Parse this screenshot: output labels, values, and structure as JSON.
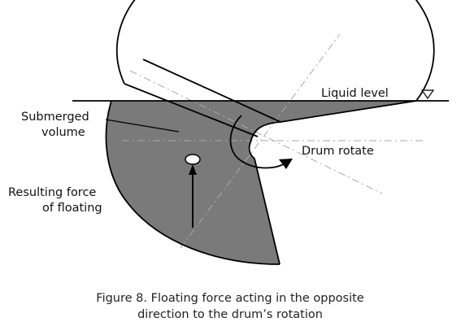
{
  "labels": {
    "liquid_level": "Liquid level",
    "submerged_line1": "Submerged",
    "submerged_line2": "volume",
    "drum_rotate": "Drum rotate",
    "resulting_line1": "Resulting force",
    "resulting_line2": "of floating"
  },
  "caption": {
    "line1": "Figure 8. Floating force acting in the opposite",
    "line2": "direction to the drum’s rotation"
  },
  "colors": {
    "submerged_fill": "#7a7a7a",
    "outline": "#000000",
    "centerline": "#aaaaaa"
  }
}
